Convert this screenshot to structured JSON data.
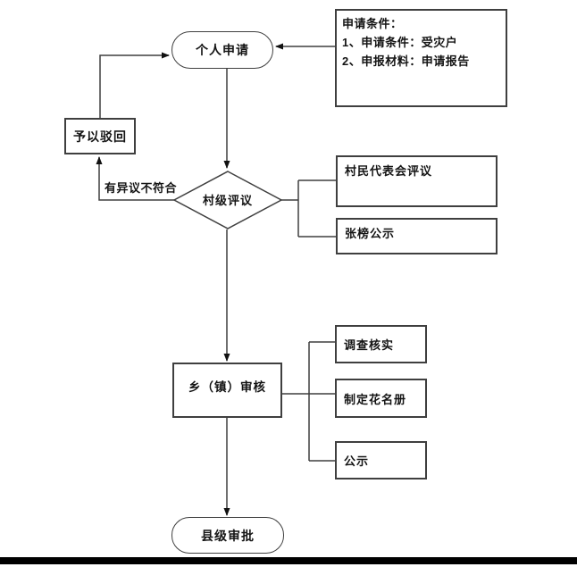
{
  "diagram": {
    "title_hint": "application approval flowchart",
    "nodes": {
      "start": {
        "label": "个人申请"
      },
      "condition_note": {
        "lines": [
          "申请条件：",
          "1、申请条件：受灾户",
          "2、申报材料：申请报告"
        ]
      },
      "reject": {
        "label": "予以驳回"
      },
      "village_review": {
        "label": "村级评议"
      },
      "rep_review": {
        "label": "村民代表会评议"
      },
      "posting": {
        "label": "张榜公示"
      },
      "township_review": {
        "label": "乡（镇）审核"
      },
      "investigate": {
        "label": "调查核实"
      },
      "roster": {
        "label": "制定花名册"
      },
      "publicity": {
        "label": "公示"
      },
      "county_approval": {
        "label": "县级审批"
      }
    },
    "edge_labels": {
      "objection": "有异议不符合"
    },
    "colors": {
      "line": "#3f3f3f",
      "arrow": "#111111",
      "text": "#141414",
      "bottom_bar": "#000000",
      "background": "#ffffff"
    }
  }
}
